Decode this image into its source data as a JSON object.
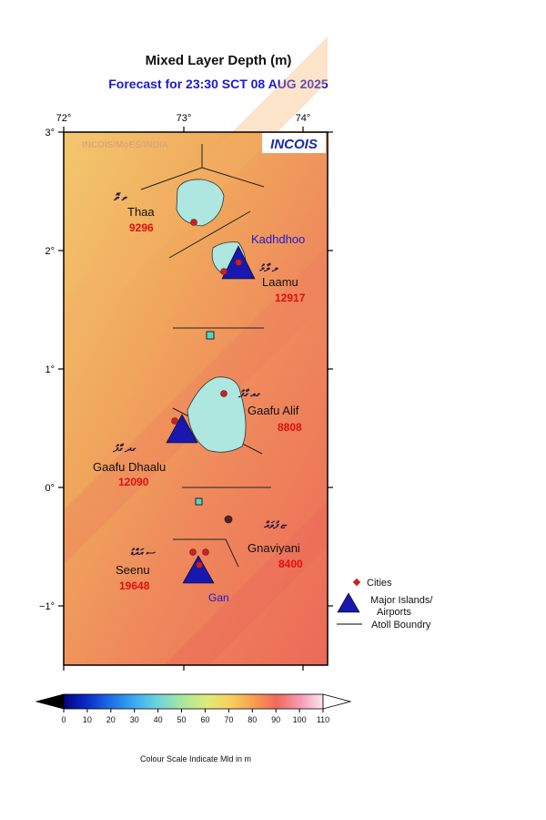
{
  "title": "Mixed Layer Depth (m)",
  "subtitle": "Forecast for  23:30 SCT 08 AUG 2025",
  "credit": "INCOIS/MoES/INDIA",
  "logo_text": "INCOIS",
  "x_ticks": [
    "72°",
    "73°",
    "74°"
  ],
  "y_ticks": [
    "3°",
    "2°",
    "1°",
    "0°",
    "−1°"
  ],
  "atolls": [
    {
      "name": "Thaa",
      "dhivehi": "ތ ތަޮ",
      "value": "9296"
    },
    {
      "name": "Laamu",
      "dhivehi": "ލ ލާމު",
      "value": "12917"
    },
    {
      "name": "Gaafu Alif",
      "dhivehi": "ގއ ގާފު",
      "value": "8808"
    },
    {
      "name": "Gaafu Dhaalu",
      "dhivehi": "ގދ ގާފު",
      "value": "12090"
    },
    {
      "name": "Gnaviyani",
      "dhivehi": "ޏ ފުވައް",
      "value": "8400"
    },
    {
      "name": "Seenu",
      "dhivehi": "ސ އައްޑު",
      "value": "19648"
    }
  ],
  "airports": [
    "Kadhdhoo",
    "Gan"
  ],
  "legend": {
    "cities": "Cities",
    "islands_line1": "Major Islands/",
    "islands_line2": "Airports",
    "boundary": "Atoll Boundry"
  },
  "colorbar": {
    "ticks": [
      "0",
      "10",
      "20",
      "30",
      "40",
      "50",
      "60",
      "70",
      "80",
      "90",
      "100",
      "110"
    ],
    "caption": "Colour Scale Indicate Mld in m",
    "colors": [
      "#040480",
      "#0a2cc8",
      "#1e6ee6",
      "#3aa8f0",
      "#6cd2e0",
      "#a6e6a0",
      "#dcec78",
      "#f8d060",
      "#f8a050",
      "#f06a5c",
      "#f49ab0",
      "#fad6e4",
      "#ffffff"
    ]
  },
  "colors": {
    "field_low": "#f0b46a",
    "field_high": "#ec6e5a",
    "island_fill": "#aee6e0",
    "marker_blue": "#1818b0",
    "city_red": "#cc2020",
    "value_red": "#e01010",
    "airport_text": "#1a1ad0"
  }
}
